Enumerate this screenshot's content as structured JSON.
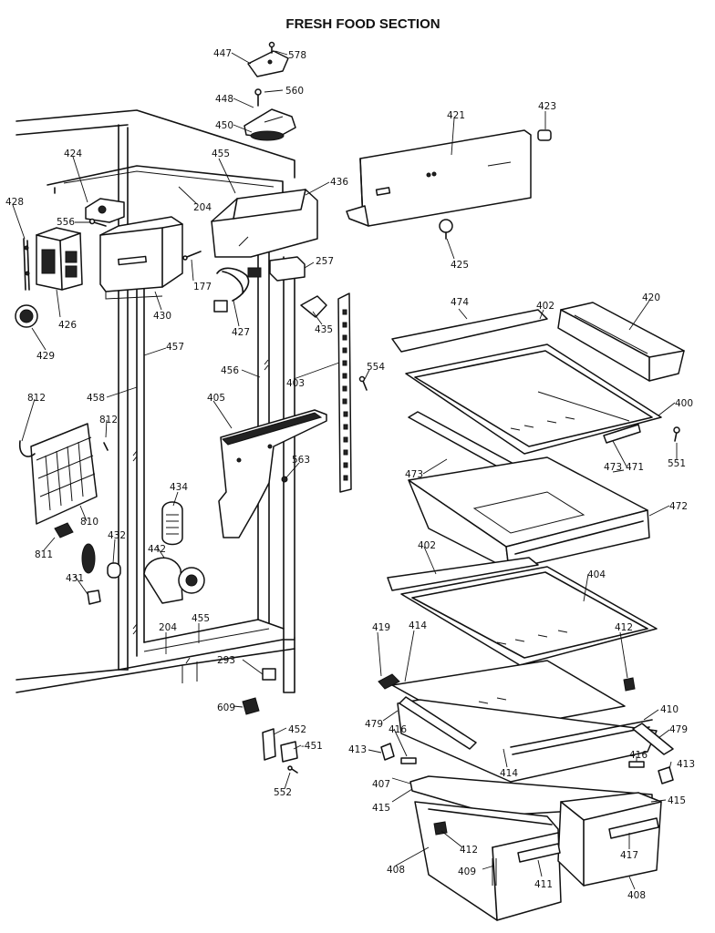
{
  "title": "FRESH FOOD SECTION",
  "labels": {
    "l447": "447",
    "l578": "578",
    "l448": "448",
    "l560": "560",
    "l450": "450",
    "l421": "421",
    "l423": "423",
    "l424": "424",
    "l455a": "455",
    "l436": "436",
    "l428": "428",
    "l556": "556",
    "l204a": "204",
    "l426": "426",
    "l177": "177",
    "l257": "257",
    "l425": "425",
    "l430": "430",
    "l427": "427",
    "l435": "435",
    "l474": "474",
    "l402a": "402",
    "l420": "420",
    "l429": "429",
    "l457": "457",
    "l456": "456",
    "l403": "403",
    "l554": "554",
    "l458": "458",
    "l812a": "812",
    "l812b": "812",
    "l405": "405",
    "l400": "400",
    "l563": "563",
    "l473a": "473",
    "l473b": "473",
    "l471": "471",
    "l551": "551",
    "l810": "810",
    "l434": "434",
    "l472": "472",
    "l432": "432",
    "l811": "811",
    "l442": "442",
    "l402b": "402",
    "l404": "404",
    "l431": "431",
    "l204b": "204",
    "l455b": "455",
    "l419": "419",
    "l414a": "414",
    "l412a": "412",
    "l293": "293",
    "l609": "609",
    "l410": "410",
    "l479a": "479",
    "l416a": "416",
    "l479b": "479",
    "l452": "452",
    "l451": "-451",
    "l413a": "413",
    "l416b": "416",
    "l413b": "413",
    "l407": "407",
    "l414b": "414",
    "l552": "552",
    "l415a": "415",
    "l415b": "415",
    "l412b": "412",
    "l417": "417",
    "l408a": "408",
    "l409": "409",
    "l411": "411",
    "l408b": "408"
  }
}
